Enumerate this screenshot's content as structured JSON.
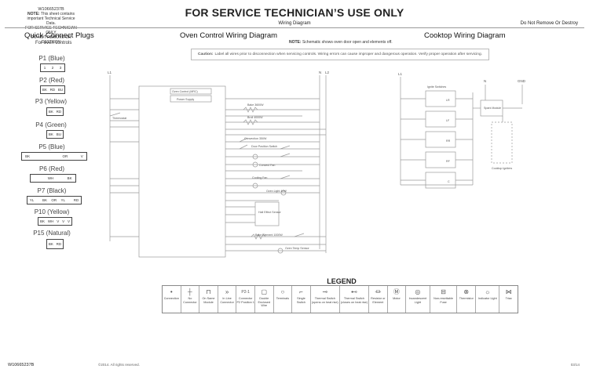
{
  "header": {
    "part_number": "W10665237B",
    "note_label": "NOTE:",
    "note_text": "This sheet contains important Technical Service Data.",
    "note_line2": "FOR SERVICE TECHNICIAN ONLY",
    "note_line3": "DO NOT REMOVE OR DESTROY",
    "title": "FOR SERVICE TECHNICIAN’S USE ONLY",
    "subtitle": "Wiring Diagram",
    "do_not_remove": "Do Not Remove Or Destroy"
  },
  "quick_connect": {
    "title": "Quick Connect Plugs",
    "subtitle": "For oven controls",
    "plugs": [
      {
        "label": "P1 (Blue)",
        "pins": [
          "1",
          "2",
          "3"
        ]
      },
      {
        "label": "P2 (Red)",
        "pins": [
          "BK",
          "RD",
          "BU"
        ]
      },
      {
        "label": "P3 (Yellow)",
        "pins": [
          "BK",
          "RD"
        ]
      },
      {
        "label": "P4 (Green)",
        "pins": [
          "BK",
          "BU"
        ]
      },
      {
        "label": "P5 (Blue)",
        "pins": [
          "BK",
          "",
          "",
          "",
          "",
          "OR",
          "",
          "V"
        ]
      },
      {
        "label": "P6 (Red)",
        "pins": [
          "",
          "",
          "WH",
          "",
          "BK"
        ]
      },
      {
        "label": "P7 (Black)",
        "pins": [
          "YL",
          "",
          "BK",
          "OR",
          "YL",
          "",
          "RD"
        ]
      },
      {
        "label": "P10 (Yellow)",
        "pins": [
          "BK",
          "WH",
          "V",
          "V",
          "V"
        ]
      },
      {
        "label": "P15 (Natural)",
        "pins": [
          "BK",
          "RD"
        ]
      }
    ]
  },
  "oven_diagram": {
    "title": "Oven Control Wiring Diagram",
    "note_label": "NOTE:",
    "note_text": "Schematic shows oven door open and elements off.",
    "caution_label": "Caution:",
    "caution_text": "Label all wires prior to disconnection when servicing controls. Wiring errors can cause improper and dangerous operation. Verify proper operation after servicing.",
    "labels": {
      "l1": "L1",
      "n": "N",
      "l2": "L2",
      "control": "Oven Control (MRC)",
      "power_supply": "Power Supply",
      "bake": "Bake 3600W",
      "broil": "Broil 4000W",
      "convection": "Convection 350W",
      "door_switch": "Door Position Switch",
      "thermostat": "Thermostat",
      "cooling_fan": "Cooling Fan",
      "oven_light": "Oven Light 40W",
      "hall_sensor": "Hall Effect Sensor",
      "bake_element": "Bake Element 1000W",
      "oven_temp": "Oven Temp Sensor",
      "convect_fan": "Convect Fan"
    }
  },
  "cooktop_diagram": {
    "title": "Cooktop Wiring Diagram",
    "l1": "L1",
    "n": "N",
    "gnd": "GND",
    "ignite_switches": "Ignite Switches",
    "spark_module": "Spark Module",
    "cooktop_igniters": "Cooktop Igniters",
    "switches": [
      "LR",
      "LF",
      "RR",
      "RF",
      "C"
    ]
  },
  "legend": {
    "title": "LEGEND",
    "items": [
      {
        "icon": "connection-icon",
        "glyph": "•",
        "label": "Connection"
      },
      {
        "icon": "no-connector-icon",
        "glyph": "┼",
        "label": "No Connector"
      },
      {
        "icon": "on-same-module-icon",
        "glyph": "⊓",
        "label": "On Same Module"
      },
      {
        "icon": "in-line-connector-icon",
        "glyph": "»",
        "label": "In Line Connector"
      },
      {
        "icon": "connector-position-icon",
        "glyph": "P2-1",
        "label": "Connector P2 Position 1"
      },
      {
        "icon": "double-enclosed-icon",
        "glyph": "▢",
        "label": "Double Enclosed Wire"
      },
      {
        "icon": "terminals-icon",
        "glyph": "○",
        "label": "Terminals"
      },
      {
        "icon": "single-switch-icon",
        "glyph": "⌐",
        "label": "Single Switch"
      },
      {
        "icon": "thermal-switch-open-icon",
        "glyph": "⊸",
        "label": "Thermal Switch (opens on heat rise)"
      },
      {
        "icon": "thermal-switch-close-icon",
        "glyph": "⊷",
        "label": "Thermal Switch (closes on heat rise)"
      },
      {
        "icon": "resistor-icon",
        "glyph": "⏛",
        "label": "Resistor or Element"
      },
      {
        "icon": "motor-icon",
        "glyph": "Ⓜ",
        "label": "Motor"
      },
      {
        "icon": "incandescent-light-icon",
        "glyph": "◎",
        "label": "Incandescent Light"
      },
      {
        "icon": "fuse-icon",
        "glyph": "⊟",
        "label": "Non-resettable Fuse"
      },
      {
        "icon": "thermistor-icon",
        "glyph": "⊗",
        "label": "Thermistor"
      },
      {
        "icon": "indicator-light-icon",
        "glyph": "☼",
        "label": "Indicator Light"
      },
      {
        "icon": "triac-icon",
        "glyph": "⋈",
        "label": "Triac"
      }
    ]
  },
  "footer": {
    "part_number": "W10665237B",
    "copyright": "©2014. All rights reserved.",
    "page": "03/14"
  }
}
